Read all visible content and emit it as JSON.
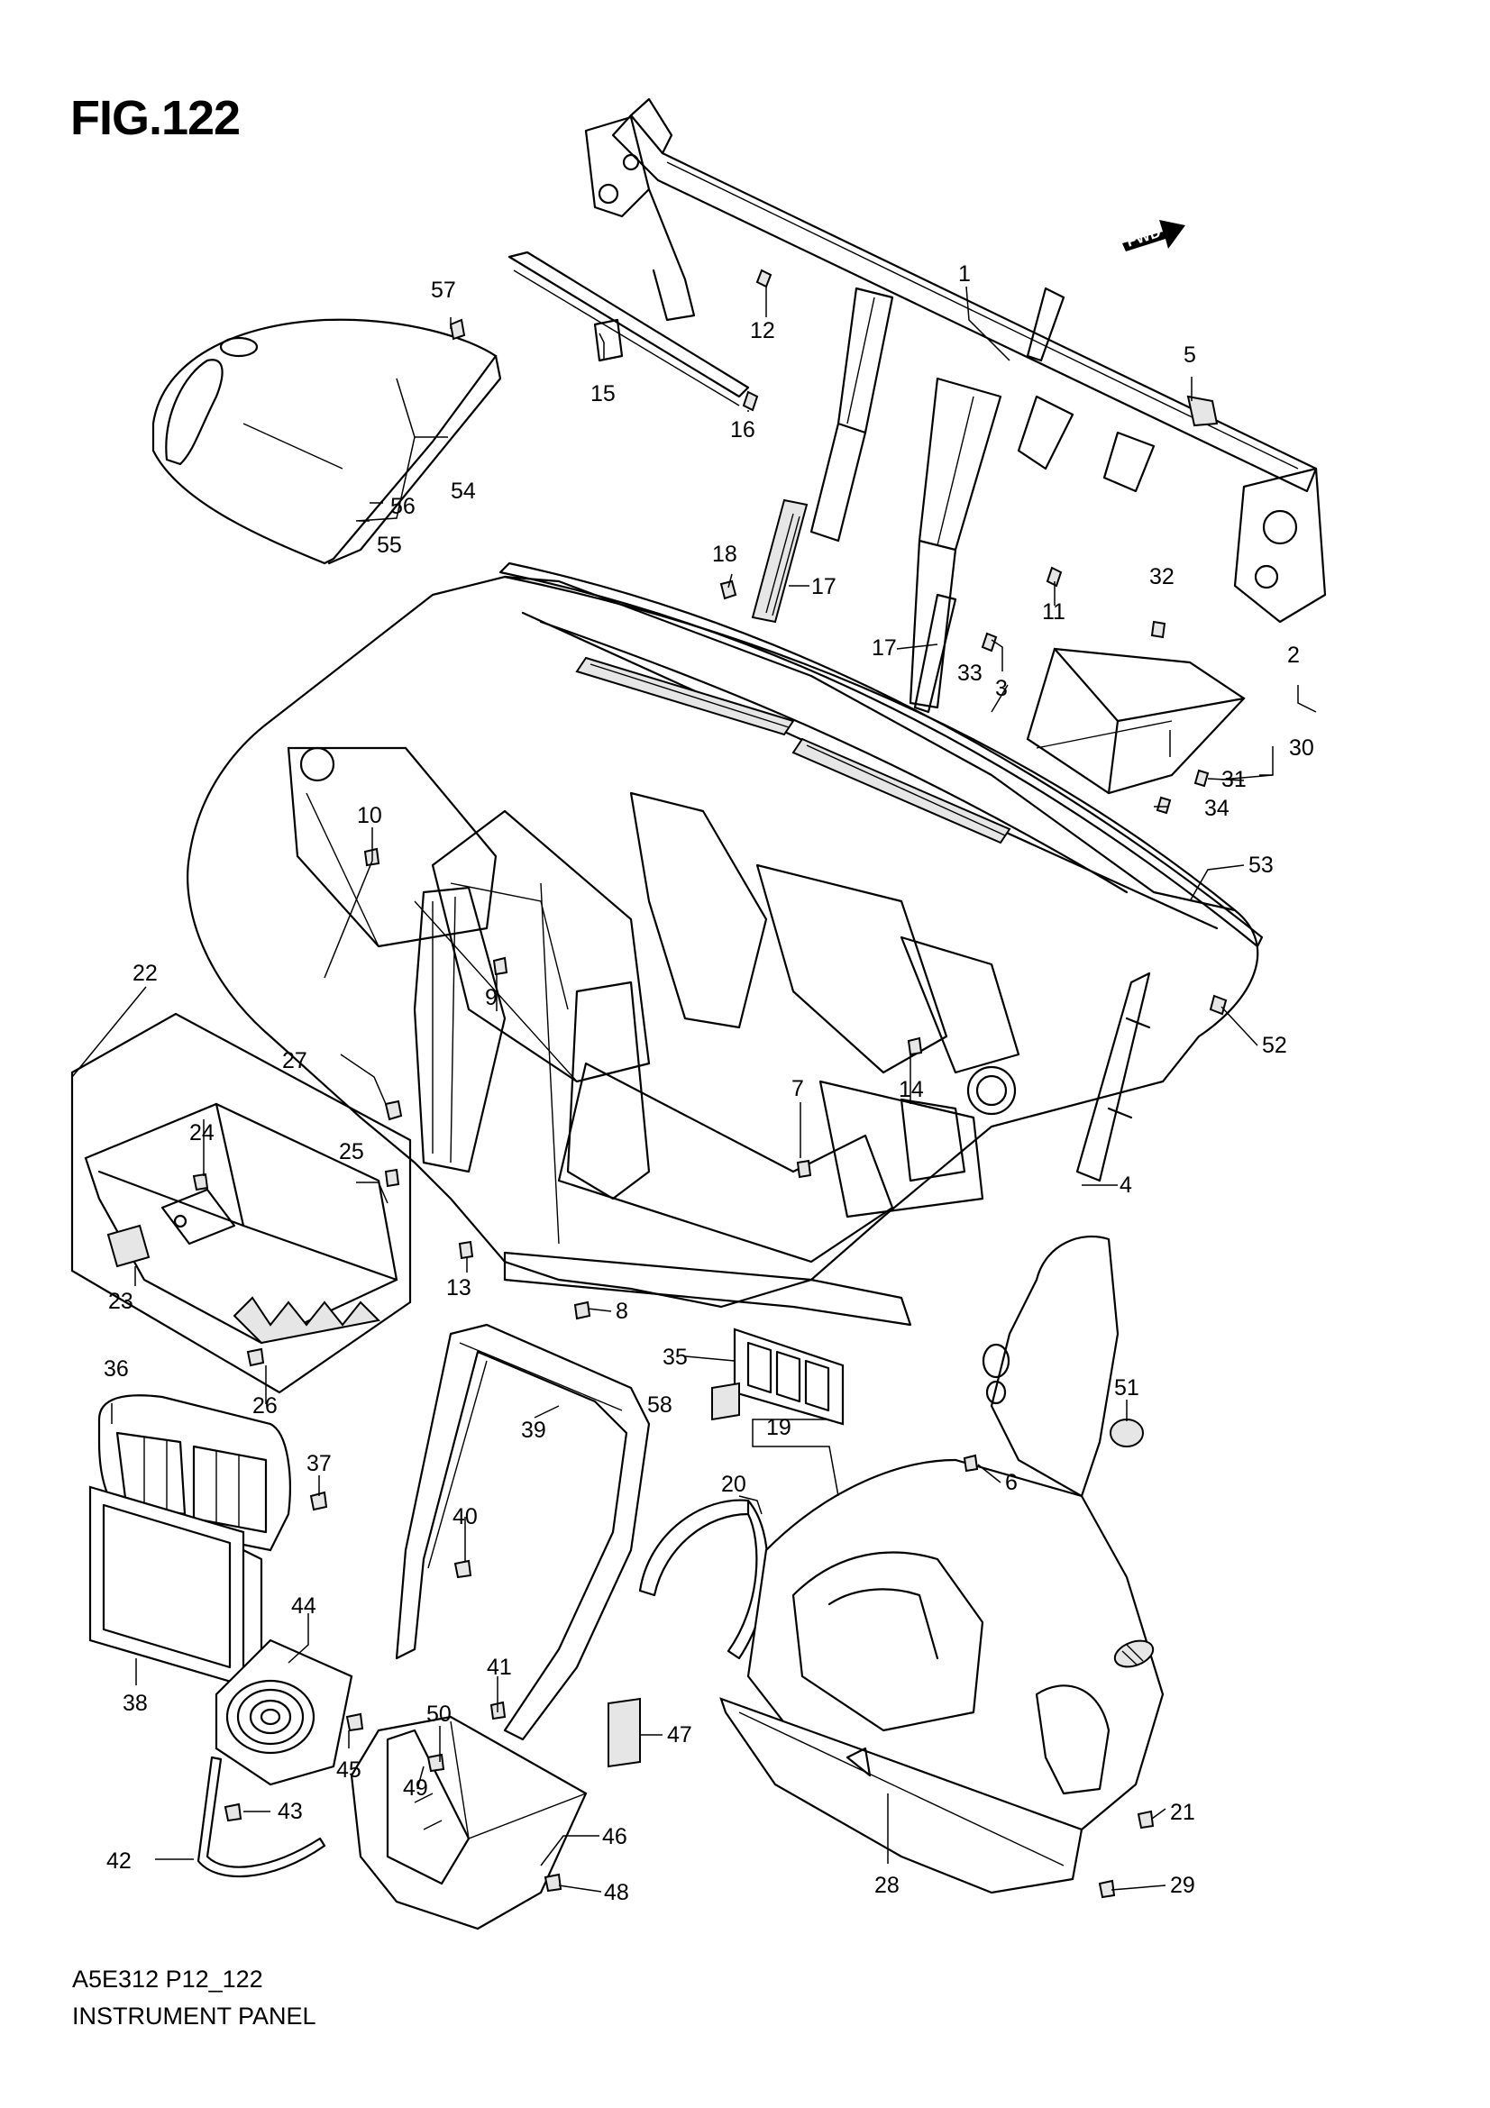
{
  "figure": {
    "title": "FIG.122",
    "code": "A5E312 P12_122",
    "name": "INSTRUMENT PANEL",
    "direction_arrow": "FWD"
  },
  "callouts": [
    {
      "id": "c1",
      "label": "1"
    },
    {
      "id": "c2",
      "label": "2"
    },
    {
      "id": "c3",
      "label": "3"
    },
    {
      "id": "c4",
      "label": "4"
    },
    {
      "id": "c5",
      "label": "5"
    },
    {
      "id": "c6",
      "label": "6"
    },
    {
      "id": "c7",
      "label": "7"
    },
    {
      "id": "c8",
      "label": "8"
    },
    {
      "id": "c9",
      "label": "9"
    },
    {
      "id": "c10",
      "label": "10"
    },
    {
      "id": "c11",
      "label": "11"
    },
    {
      "id": "c12",
      "label": "12"
    },
    {
      "id": "c13",
      "label": "13"
    },
    {
      "id": "c14",
      "label": "14"
    },
    {
      "id": "c15",
      "label": "15"
    },
    {
      "id": "c16",
      "label": "16"
    },
    {
      "id": "c17a",
      "label": "17"
    },
    {
      "id": "c17b",
      "label": "17"
    },
    {
      "id": "c18",
      "label": "18"
    },
    {
      "id": "c19",
      "label": "19"
    },
    {
      "id": "c20",
      "label": "20"
    },
    {
      "id": "c21",
      "label": "21"
    },
    {
      "id": "c22",
      "label": "22"
    },
    {
      "id": "c23",
      "label": "23"
    },
    {
      "id": "c24",
      "label": "24"
    },
    {
      "id": "c25",
      "label": "25"
    },
    {
      "id": "c26",
      "label": "26"
    },
    {
      "id": "c27",
      "label": "27"
    },
    {
      "id": "c28",
      "label": "28"
    },
    {
      "id": "c29",
      "label": "29"
    },
    {
      "id": "c30",
      "label": "30"
    },
    {
      "id": "c31",
      "label": "31"
    },
    {
      "id": "c32",
      "label": "32"
    },
    {
      "id": "c33",
      "label": "33"
    },
    {
      "id": "c34",
      "label": "34"
    },
    {
      "id": "c35",
      "label": "35"
    },
    {
      "id": "c36",
      "label": "36"
    },
    {
      "id": "c37",
      "label": "37"
    },
    {
      "id": "c38",
      "label": "38"
    },
    {
      "id": "c39",
      "label": "39"
    },
    {
      "id": "c40",
      "label": "40"
    },
    {
      "id": "c41",
      "label": "41"
    },
    {
      "id": "c42",
      "label": "42"
    },
    {
      "id": "c43",
      "label": "43"
    },
    {
      "id": "c44",
      "label": "44"
    },
    {
      "id": "c45",
      "label": "45"
    },
    {
      "id": "c46",
      "label": "46"
    },
    {
      "id": "c47",
      "label": "47"
    },
    {
      "id": "c48",
      "label": "48"
    },
    {
      "id": "c49",
      "label": "49"
    },
    {
      "id": "c50",
      "label": "50"
    },
    {
      "id": "c51",
      "label": "51"
    },
    {
      "id": "c52",
      "label": "52"
    },
    {
      "id": "c53",
      "label": "53"
    },
    {
      "id": "c54",
      "label": "54"
    },
    {
      "id": "c55",
      "label": "55"
    },
    {
      "id": "c56",
      "label": "56"
    },
    {
      "id": "c57",
      "label": "57"
    },
    {
      "id": "c58",
      "label": "58"
    }
  ]
}
